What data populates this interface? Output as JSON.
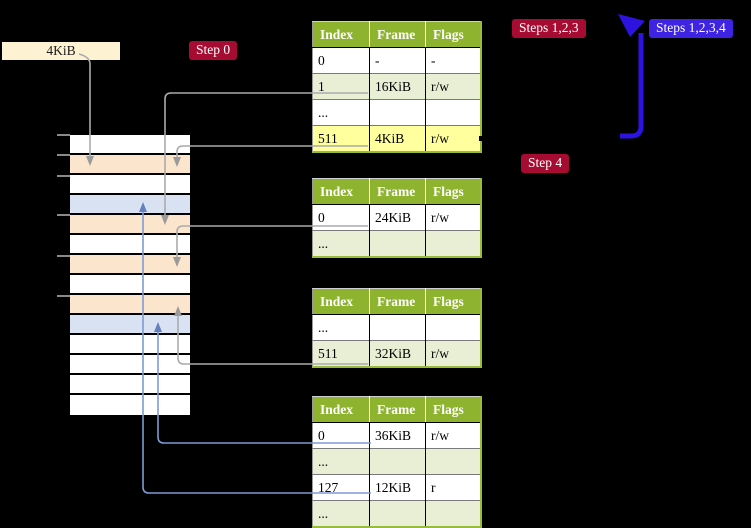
{
  "colors": {
    "badge-red": "#a60c31",
    "badge-blue": "#3e23e3",
    "label-bg": "#fdf2d2",
    "peach": "#fce5cd",
    "lblue": "#d9e2f3",
    "header-green": "#8db32f",
    "lgreen": "#e9efd5",
    "yellow": "#ffff9d",
    "olive": "#9aba3b",
    "arrow-gray": "#ababab",
    "arrow-gray-head": "#9a9a9a",
    "arrow-blue": "#7e9bd4",
    "arrow-blue-head": "#6480bf",
    "big-arrow-blue": "#2c13e0"
  },
  "label_box": {
    "text": "4KiB"
  },
  "badges": {
    "step0": {
      "label": "Step 0"
    },
    "steps123": {
      "label": "Steps 1,2,3"
    },
    "steps1234": {
      "label": "Steps 1,2,3,4"
    },
    "step4": {
      "label": "Step 4"
    }
  },
  "memory": {
    "rows": [
      "white",
      "peach",
      "white",
      "blue",
      "peach",
      "white",
      "peach",
      "white",
      "peach",
      "blue",
      "white",
      "white",
      "white",
      "white"
    ]
  },
  "tables": [
    {
      "name": "page-table-level4",
      "headers": [
        "Index",
        "Frame",
        "Flags"
      ],
      "rows": [
        {
          "cells": [
            "0",
            "-",
            "-"
          ],
          "shade": "white"
        },
        {
          "cells": [
            "1",
            "16KiB",
            "r/w"
          ],
          "shade": "green"
        },
        {
          "cells": [
            "...",
            "",
            ""
          ],
          "shade": "white"
        },
        {
          "cells": [
            "511",
            "4KiB",
            "r/w"
          ],
          "shade": "green",
          "highlight": true
        }
      ]
    },
    {
      "name": "page-table-level3",
      "headers": [
        "Index",
        "Frame",
        "Flags"
      ],
      "rows": [
        {
          "cells": [
            "0",
            "24KiB",
            "r/w"
          ],
          "shade": "white"
        },
        {
          "cells": [
            "...",
            "",
            ""
          ],
          "shade": "green"
        }
      ]
    },
    {
      "name": "page-table-level2",
      "headers": [
        "Index",
        "Frame",
        "Flags"
      ],
      "rows": [
        {
          "cells": [
            "...",
            "",
            ""
          ],
          "shade": "white"
        },
        {
          "cells": [
            "511",
            "32KiB",
            "r/w"
          ],
          "shade": "green"
        }
      ]
    },
    {
      "name": "page-table-level1",
      "headers": [
        "Index",
        "Frame",
        "Flags"
      ],
      "rows": [
        {
          "cells": [
            "0",
            "36KiB",
            "r/w"
          ],
          "shade": "white"
        },
        {
          "cells": [
            "...",
            "",
            ""
          ],
          "shade": "green"
        },
        {
          "cells": [
            "127",
            "12KiB",
            "r"
          ],
          "shade": "white"
        },
        {
          "cells": [
            "...",
            "",
            ""
          ],
          "shade": "green"
        }
      ]
    }
  ]
}
